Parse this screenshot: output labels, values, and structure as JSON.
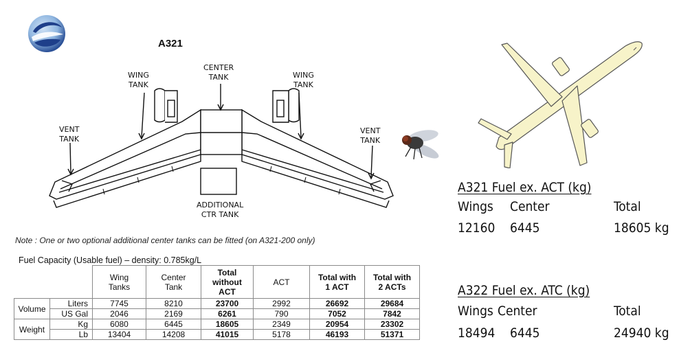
{
  "diagram": {
    "title": "A321",
    "labels": {
      "center_tank": "CENTER\nTANK",
      "wing_tank_left": "WING\nTANK",
      "wing_tank_right": "WING\nTANK",
      "vent_tank_left": "VENT\nTANK",
      "vent_tank_right": "VENT\nTANK",
      "additional_ctr_tank": "ADDITIONAL\nCTR TANK"
    },
    "note": "Note : One or two optional additional center tanks can be fitted (on A321-200 only)"
  },
  "fuel_table": {
    "caption": "Fuel Capacity (Usable fuel) – density: 0.785kg/L",
    "headers": [
      "Wing\nTanks",
      "Center\nTank",
      "Total\nwithout\nACT",
      "ACT",
      "Total with\n1 ACT",
      "Total with\n2 ACTs"
    ],
    "groups": [
      {
        "label": "Volume",
        "rows": [
          {
            "unit": "Liters",
            "values": [
              "7745",
              "8210",
              "23700",
              "2992",
              "26692",
              "29684"
            ]
          },
          {
            "unit": "US Gal",
            "values": [
              "2046",
              "2169",
              "6261",
              "790",
              "7052",
              "7842"
            ]
          }
        ]
      },
      {
        "label": "Weight",
        "rows": [
          {
            "unit": "Kg",
            "values": [
              "6080",
              "6445",
              "18605",
              "2349",
              "20954",
              "23302"
            ]
          },
          {
            "unit": "Lb",
            "values": [
              "13404",
              "14208",
              "41015",
              "5178",
              "46193",
              "51371"
            ]
          }
        ]
      }
    ]
  },
  "a321_panel": {
    "heading": "A321  Fuel ex. ACT (kg)",
    "col_wings": "Wings",
    "col_center": "Center",
    "col_total": "Total",
    "val_wings": "12160",
    "val_center": "6445",
    "val_total": "18605 kg"
  },
  "a322_panel": {
    "heading": "A322 Fuel ex. ATC (kg)",
    "col_wings": "Wings",
    "col_center": "Center",
    "col_total": "Total",
    "val_wings": "18494",
    "val_center": "6445",
    "val_total": "24940 kg"
  },
  "icons": {
    "logo": "airline-swirl-logo-icon",
    "fly": "housefly-icon",
    "plane": "aircraft-top-view-icon"
  },
  "colors": {
    "plane_fill": "#f7f3c9",
    "logo_blue": "#1e3f8a",
    "logo_light": "#8fb6e0"
  }
}
